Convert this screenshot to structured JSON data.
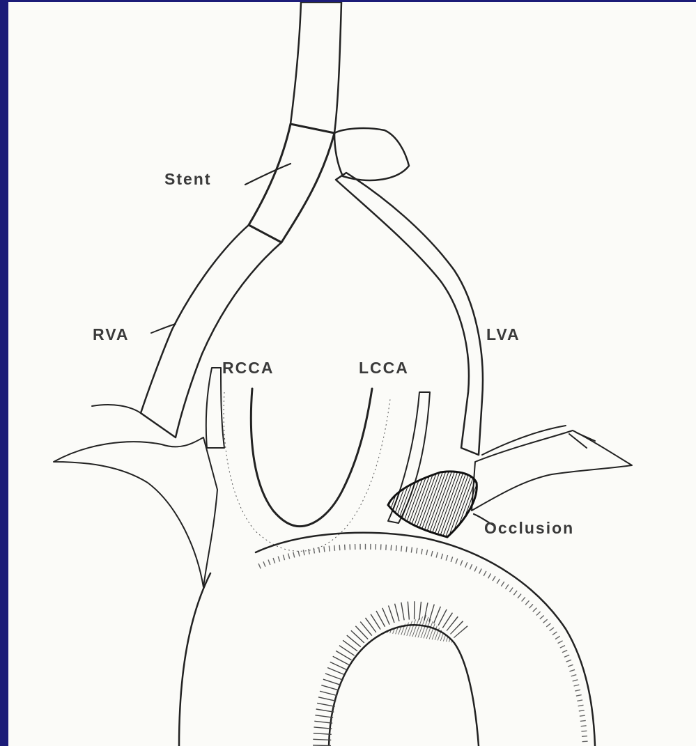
{
  "diagram": {
    "labels": {
      "stent": "Stent",
      "rva": "RVA",
      "lva": "LVA",
      "rcca": "RCCA",
      "lcca": "LCCA",
      "occlusion": "Occlusion"
    },
    "colors": {
      "frame_border": "#1c1c78",
      "background": "#fbfbf8",
      "ink": "#222222",
      "occlusion_fill": "#3a3a3a"
    }
  }
}
